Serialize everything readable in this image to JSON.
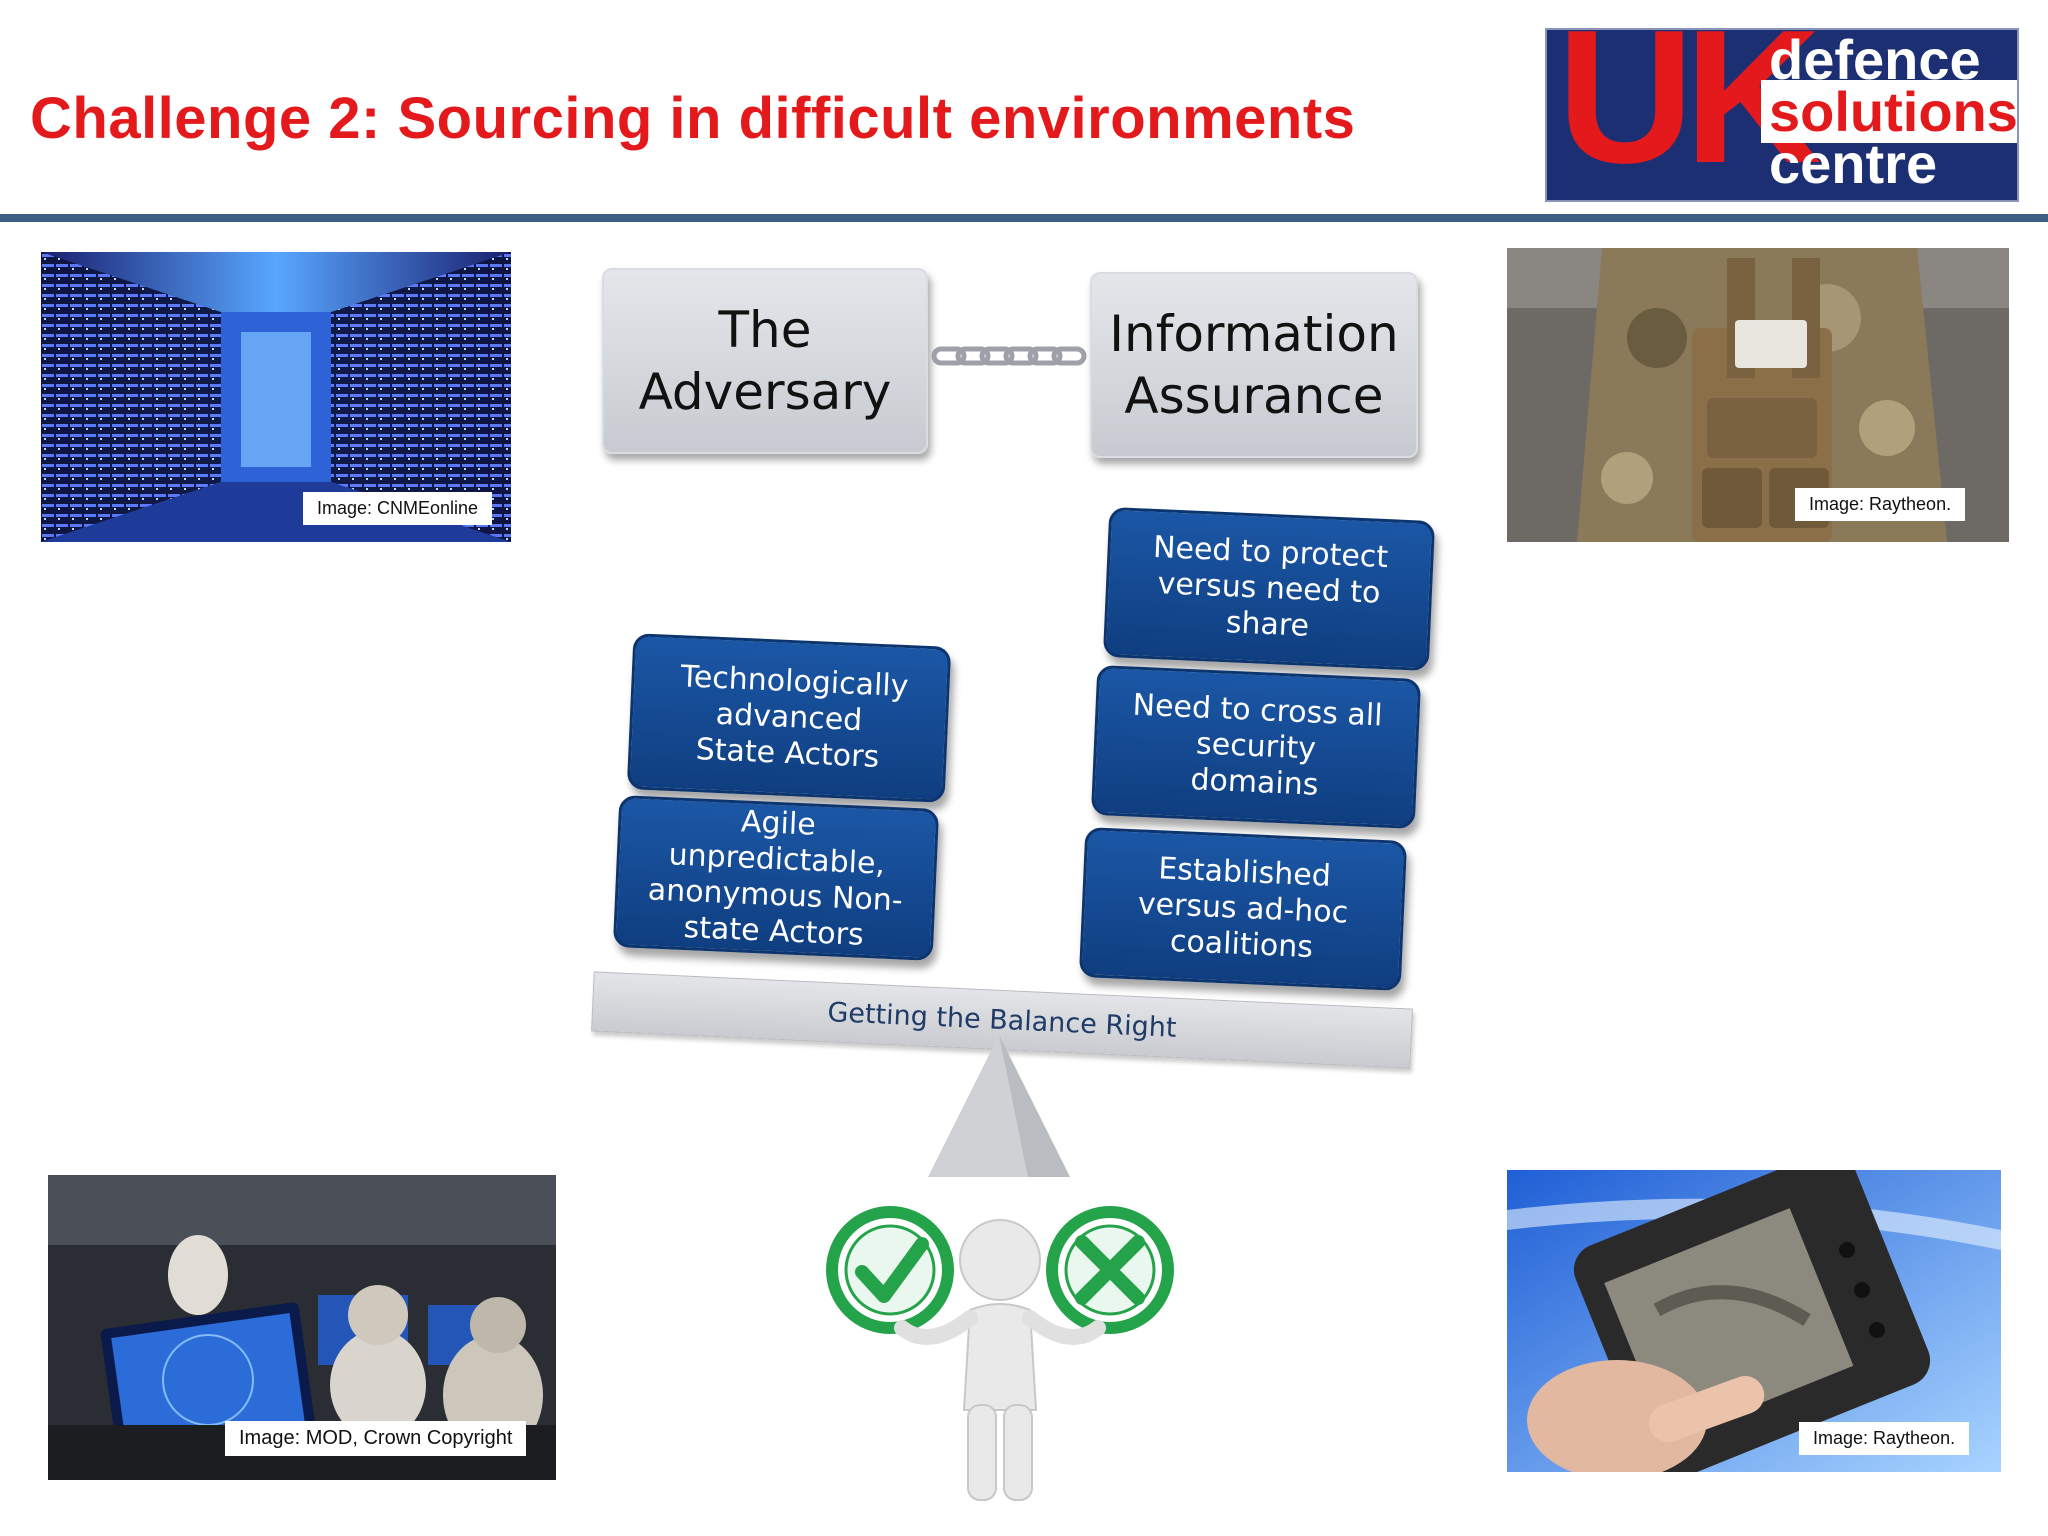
{
  "slide": {
    "title": "Challenge 2: Sourcing in difficult environments",
    "logo": {
      "letters": "UK",
      "line1": "defence",
      "line2": "solutions",
      "line3": "centre"
    }
  },
  "photos": [
    {
      "caption": "Image: CNMEonline",
      "subject": "server-racks-icon"
    },
    {
      "caption": "Image: Raytheon.",
      "subject": "soldier-vest-icon"
    },
    {
      "caption": "Image: MOD, Crown Copyright",
      "subject": "ops-room-icon"
    },
    {
      "caption": "Image: Raytheon.",
      "subject": "handheld-device-icon"
    }
  ],
  "diagram": {
    "left_header": "The Adversary",
    "right_header": "Information Assurance",
    "left_items": [
      "Technologically advanced State Actors",
      "Agile unpredictable, anonymous Non-state Actors"
    ],
    "right_items": [
      "Need to protect versus need to share",
      "Need to cross all security domains",
      "Established versus ad-hoc coalitions"
    ],
    "balance_label": "Getting the Balance Right"
  },
  "colors": {
    "title": "#e3191c",
    "rule": "#3e5e86",
    "box_blue": "#15498f",
    "logo_bg": "#1c2f73",
    "check_green": "#2aa84a"
  }
}
